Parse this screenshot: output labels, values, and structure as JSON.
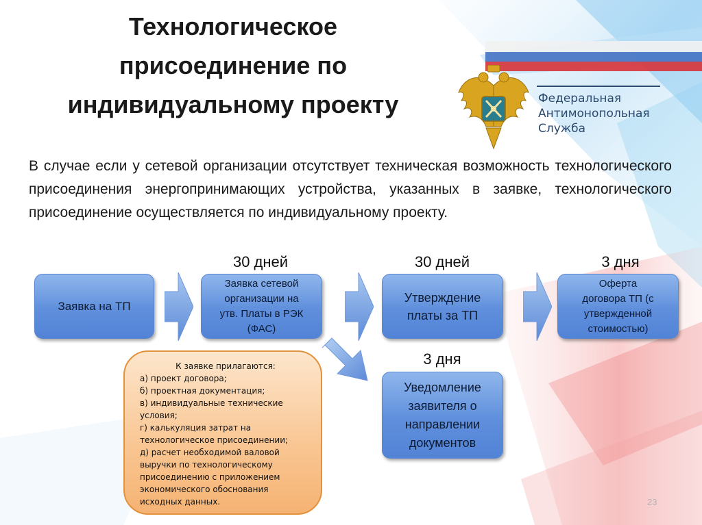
{
  "title": {
    "lines": [
      "Технологическое",
      "присоединение по",
      "индивидуальному проекту"
    ]
  },
  "logo": {
    "emblem": "double-headed-eagle-emblem",
    "org_lines": [
      "Федеральная",
      "Антимонопольная",
      "Служба"
    ]
  },
  "intro_text": "В случае если у сетевой организации отсутствует техническая возможность технологического присоединения энергопринимающих устройства, указанных в заявке, технологического присоединение осуществляется по индивидуальному проекту.",
  "periods": {
    "p1": "30 дней",
    "p2": "30 дней",
    "p3": "3 дня",
    "p4": "3 дня"
  },
  "boxes": {
    "application": "Заявка на ТП",
    "network": [
      "Заявка сетевой",
      "организации на",
      "утв. Платы в РЭК",
      "(ФАС)"
    ],
    "approval": [
      "Утверждение",
      "платы за ТП"
    ],
    "offer": [
      "Оферта",
      "договора ТП (с",
      "утвержденной",
      "стоимостью)"
    ],
    "notice": [
      "Уведомление",
      "заявителя о",
      "направлении",
      "документов"
    ]
  },
  "attachments": {
    "heading": "К заявке прилагаются:",
    "items": [
      "а) проект договора;",
      "б) проектная документация;",
      "в) индивидуальные технические условия;",
      "г) калькуляция затрат на технологическое присоединении;",
      "д) расчет необходимой валовой выручки по технологическому присоединению с приложением экономического обоснования исходных данных."
    ]
  },
  "page_number": "23",
  "colors": {
    "box_blue": "#5f8fdc",
    "attachment_orange": "#f9c591",
    "flag_red": "#d8282e",
    "flag_blue": "#3d6cc0"
  }
}
